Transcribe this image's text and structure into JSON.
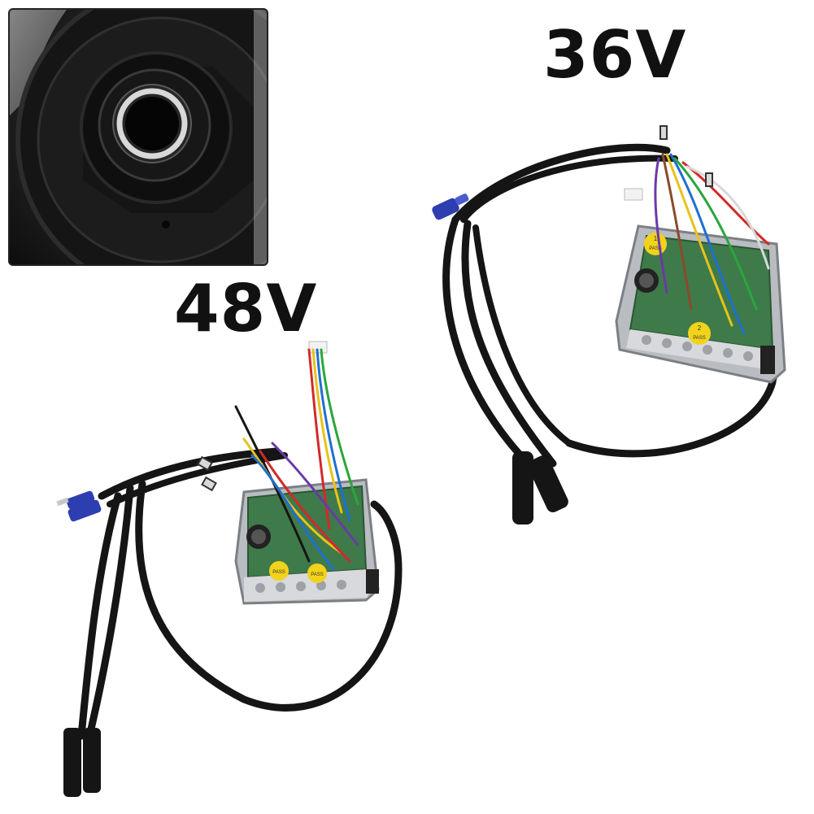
{
  "labels": {
    "v36": "36V",
    "v48": "48V"
  },
  "sticker_text": {
    "pass": "PASS",
    "controller_36_s1": "1",
    "controller_36_s2": "2",
    "controller_48_s1": "PASS",
    "controller_48_s2": "PASS"
  },
  "colors": {
    "background": "#ffffff",
    "cable": "#151515",
    "housing": "#b9bcc0",
    "board": "#3f7a4a",
    "sticker": "#f2d31b",
    "connector_blue": "#2d3fb0"
  }
}
